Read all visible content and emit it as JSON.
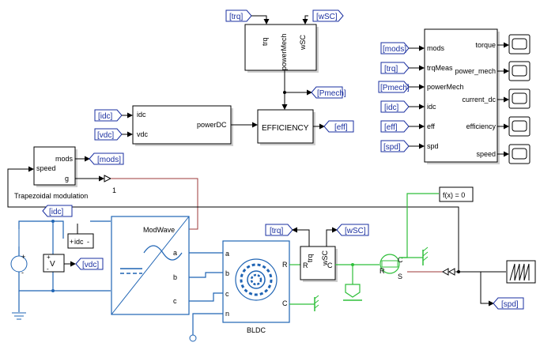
{
  "tags": {
    "trq_top": "[trq]",
    "wsc_top": "[wSC]",
    "pmech_out": "[Pmech]",
    "idc_in": "[idc]",
    "vdc_in": "[vdc]",
    "eff_out": "[eff]",
    "mods_out": "[mods]",
    "mods_in": "[mods]",
    "trq_in": "[trq]",
    "pmech_in": "[Pmech]",
    "idc_in2": "[idc]",
    "eff_in": "[eff]",
    "spd_in": "[spd]",
    "idc_out": "[idc]",
    "vdc_out": "[vdc]",
    "trq_out": "[trq]",
    "wsc_out": "[wSC]",
    "spd_out": "[spd]"
  },
  "power_block": {
    "in1": "trq",
    "in2": "wSC",
    "out": "powerMech"
  },
  "powerdc_block": {
    "in1": "idc",
    "in2": "vdc",
    "out": "powerDC"
  },
  "efficiency_block": {
    "label": "EFFICIENCY"
  },
  "scope_subsystem": {
    "inputs": [
      "mods",
      "trqMeas",
      "powerMech",
      "idc",
      "eff",
      "spd"
    ],
    "outputs": [
      "torque",
      "power_mech",
      "current_dc",
      "efficiency",
      "speed"
    ]
  },
  "trap_block": {
    "in": "speed",
    "out1": "mods",
    "out2": "g",
    "caption": "Trapezoidal modulation"
  },
  "gain_value": "1",
  "fx_block": "f(x) = 0",
  "current_sensor": {
    "plus": "+",
    "label": "idc",
    "minus": "-"
  },
  "voltage_sensor": {
    "label": "V",
    "plus": "+",
    "minus": "-"
  },
  "dc_source": {
    "plus": "+",
    "minus": "-"
  },
  "converter": {
    "port_mod": "ModWave",
    "port_a": "a",
    "port_b": "b",
    "port_c": "c"
  },
  "bldc": {
    "caption": "BLDC",
    "a": "a",
    "b": "b",
    "c": "c",
    "n": "n",
    "R": "R",
    "C": "C"
  },
  "sensor_block": {
    "R": "R",
    "trq": "trq",
    "wsc": "wSC",
    "C": "C"
  },
  "ideal_source": {
    "C": "C",
    "R": "R",
    "S": "S"
  },
  "colors": {
    "signal": "#000000",
    "electrical": "#1f64b4",
    "mechanical": "#2fbf3a",
    "pwm": "#9c3a3a",
    "tag": "#1a2fa0"
  }
}
